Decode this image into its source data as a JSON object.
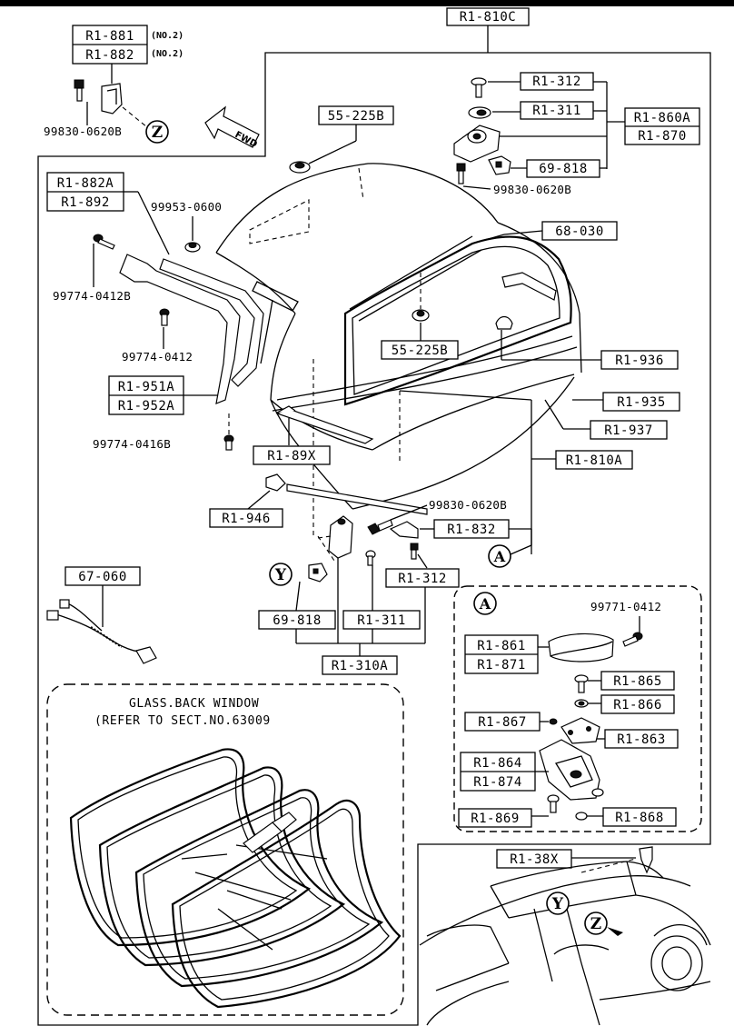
{
  "diagram": {
    "callouts": {
      "top_ref": "R1-810C",
      "r1_881": "R1-881",
      "r1_882": "R1-882",
      "no2_a": "(NO.2)",
      "no2_b": "(NO.2)",
      "bolt_top_left": "99830-0620B",
      "r1_312_top": "R1-312",
      "r1_311_top": "R1-311",
      "r1_860a": "R1-860A",
      "r1_870": "R1-870",
      "p_69_818_top": "69-818",
      "bolt_top_right": "99830-0620B",
      "p_55_225b_top": "55-225B",
      "r1_882a": "R1-882A",
      "r1_892": "R1-892",
      "screw_99953": "99953-0600",
      "p_68_030": "68-030",
      "screw_99774_0412b": "99774-0412B",
      "screw_99774_0412": "99774-0412",
      "p_55_225b_mid": "55-225B",
      "r1_936": "R1-936",
      "r1_951a": "R1-951A",
      "r1_952a": "R1-952A",
      "r1_935": "R1-935",
      "r1_937": "R1-937",
      "screw_99774_0416b": "99774-0416B",
      "r1_89x": "R1-89X",
      "r1_810a": "R1-810A",
      "r1_946": "R1-946",
      "bolt_mid": "99830-0620B",
      "r1_832": "R1-832",
      "p_67_060": "67-060",
      "r1_312_mid": "R1-312",
      "p_69_818_mid": "69-818",
      "r1_311_mid": "R1-311",
      "r1_310a": "R1-310A",
      "screw_99771": "99771-0412",
      "r1_861": "R1-861",
      "r1_871": "R1-871",
      "r1_865": "R1-865",
      "r1_866": "R1-866",
      "r1_867": "R1-867",
      "r1_863": "R1-863",
      "r1_864": "R1-864",
      "r1_874": "R1-874",
      "r1_869": "R1-869",
      "r1_868": "R1-868",
      "r1_38x": "R1-38X"
    },
    "markers": {
      "z": "Z",
      "y": "Y",
      "a": "A",
      "a_detail": "A",
      "y_car": "Y",
      "z_car": "Z"
    },
    "fwd_label": "FWD",
    "glass_note_line1": "GLASS.BACK WINDOW",
    "glass_note_line2": "(REFER TO SECT.NO.63009"
  }
}
